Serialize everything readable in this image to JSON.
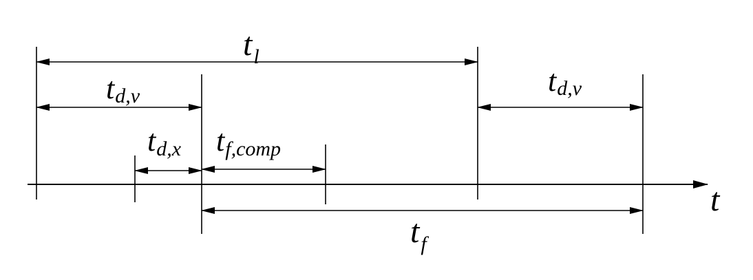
{
  "diagram": {
    "axis_label": "t",
    "labels": {
      "t_l": {
        "base": "t",
        "sub": "l"
      },
      "t_dv_left": {
        "base": "t",
        "sub": "d,v"
      },
      "t_dv_right": {
        "base": "t",
        "sub": "d,v"
      },
      "t_dx": {
        "base": "t",
        "sub": "d,x"
      },
      "t_fcomp": {
        "base": "t",
        "sub": "f,comp"
      },
      "t_f": {
        "base": "t",
        "sub": "f"
      }
    }
  }
}
